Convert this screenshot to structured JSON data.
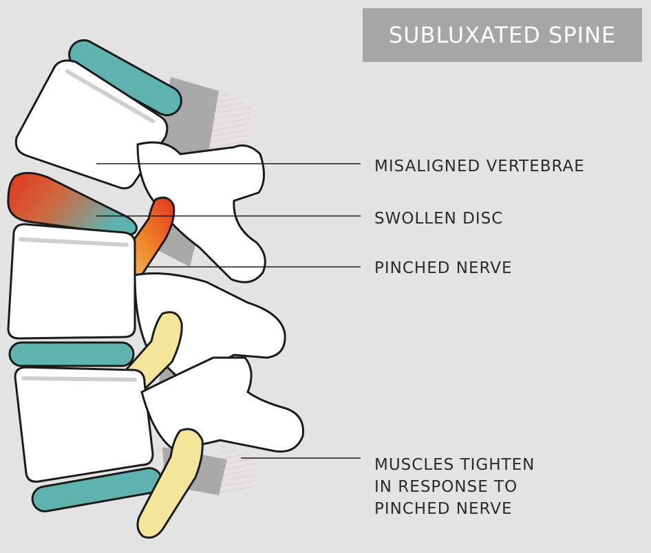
{
  "title": "SUBLUXATED SPINE",
  "labels": {
    "misaligned": "MISALIGNED VERTEBRAE",
    "swollen": "SWOLLEN DISC",
    "pinched": "PINCHED NERVE",
    "muscles": [
      "MUSCLES TIGHTEN",
      "IN RESPONSE TO",
      "PINCHED NERVE"
    ]
  },
  "colors": {
    "background": "#e3e3e3",
    "title_box": "#a6a6a6",
    "disc": "#5fb3ae",
    "nerve": "#f3e69a",
    "inflamed": "#e3351f",
    "muscle": "#e9b9d3",
    "outline": "#1a1a1a"
  }
}
